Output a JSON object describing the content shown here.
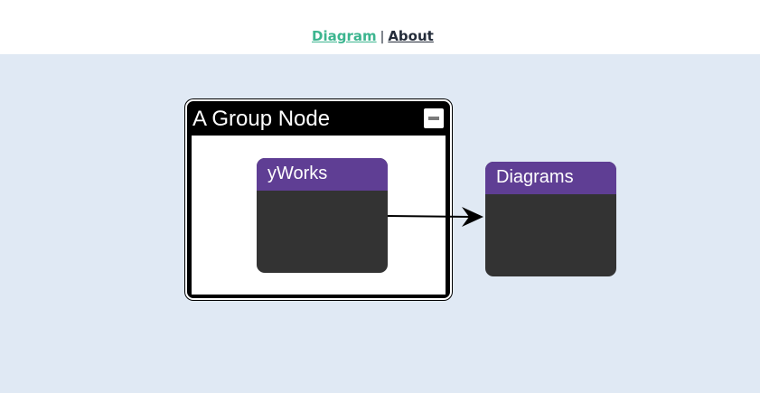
{
  "nav": {
    "diagram_label": "Diagram",
    "separator": "|",
    "about_label": "About"
  },
  "graph": {
    "group": {
      "label": "A Group Node",
      "collapse_icon": "minus-icon"
    },
    "nodes": [
      {
        "id": "yworks",
        "label": "yWorks"
      },
      {
        "id": "diagrams",
        "label": "Diagrams"
      }
    ],
    "edges": [
      {
        "from": "yworks",
        "to": "diagrams"
      }
    ]
  },
  "colors": {
    "nav_active": "#3cb58f",
    "nav_text": "#242c3a",
    "canvas_bg": "#e0e9f4",
    "node_header": "#5f3e94",
    "node_body": "#333333",
    "group_frame": "#000000"
  }
}
